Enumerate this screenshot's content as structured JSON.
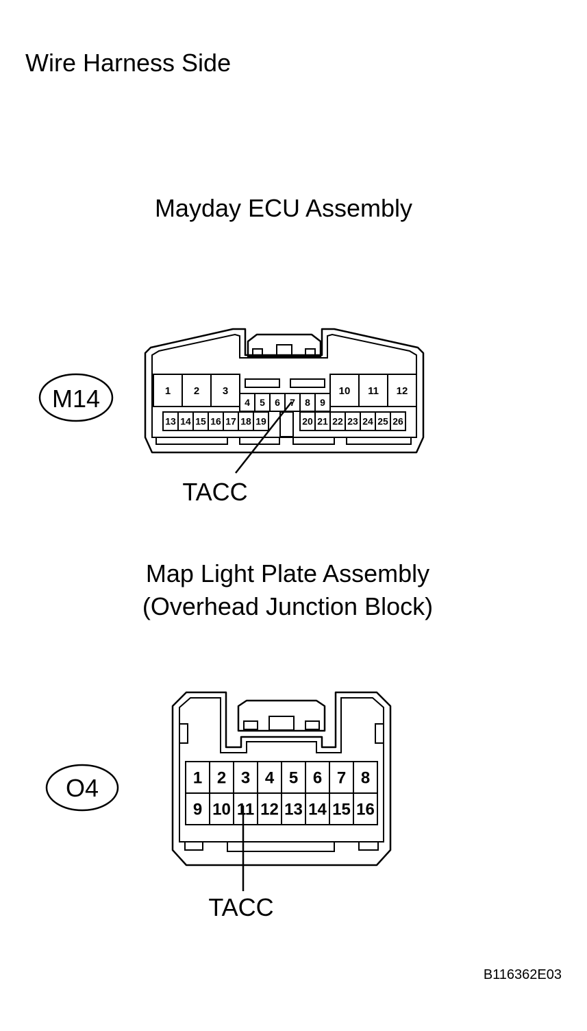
{
  "page": {
    "title": "Wire Harness Side",
    "figure_id": "B116362E03"
  },
  "connectors": [
    {
      "name": "Mayday ECU Assembly",
      "code": "M14",
      "pins_top_left": [
        "1",
        "2",
        "3"
      ],
      "pins_mid": [
        "4",
        "5",
        "6",
        "7",
        "8",
        "9"
      ],
      "pins_top_right": [
        "10",
        "11",
        "12"
      ],
      "pins_bottom_left": [
        "13",
        "14",
        "15",
        "16",
        "17",
        "18",
        "19"
      ],
      "pins_bottom_right": [
        "20",
        "21",
        "22",
        "23",
        "24",
        "25",
        "26"
      ],
      "terminal_label": "TACC",
      "terminal_pin": "7"
    },
    {
      "name_line1": "Map Light Plate Assembly",
      "name_line2": "(Overhead Junction Block)",
      "code": "O4",
      "pins_row1": [
        "1",
        "2",
        "3",
        "4",
        "5",
        "6",
        "7",
        "8"
      ],
      "pins_row2": [
        "9",
        "10",
        "11",
        "12",
        "13",
        "14",
        "15",
        "16"
      ],
      "terminal_label": "TACC",
      "terminal_pin": "11"
    }
  ]
}
